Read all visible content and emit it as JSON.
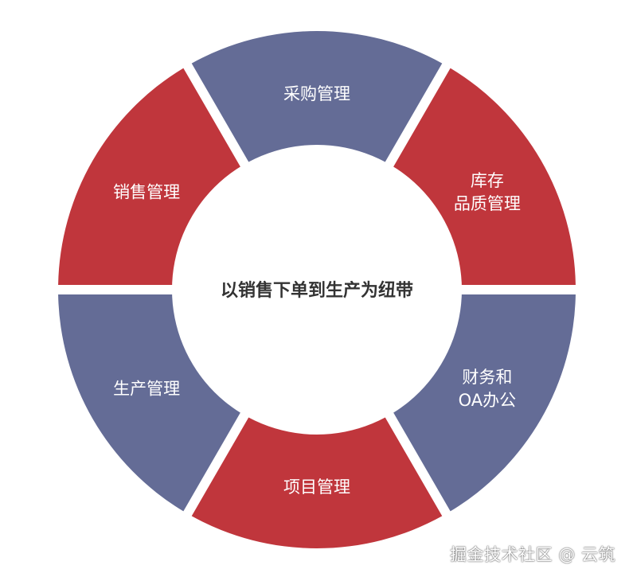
{
  "diagram": {
    "center_title": "以销售下单到生产为纽带",
    "colors": {
      "red": "#c0363c",
      "blue": "#646c96",
      "center_fill": "#ffffff",
      "center_text": "#333333"
    },
    "segments": [
      {
        "id": "purchase",
        "lines": [
          "采购管理"
        ],
        "color": "blue"
      },
      {
        "id": "inventory",
        "lines": [
          "库存",
          "品质管理"
        ],
        "color": "red"
      },
      {
        "id": "finance",
        "lines": [
          "财务和",
          "OA办公"
        ],
        "color": "blue"
      },
      {
        "id": "project",
        "lines": [
          "项目管理"
        ],
        "color": "red"
      },
      {
        "id": "production",
        "lines": [
          "生产管理"
        ],
        "color": "blue"
      },
      {
        "id": "sales",
        "lines": [
          "销售管理"
        ],
        "color": "red"
      }
    ]
  },
  "watermark": "掘金技术社区 @ 云筑"
}
